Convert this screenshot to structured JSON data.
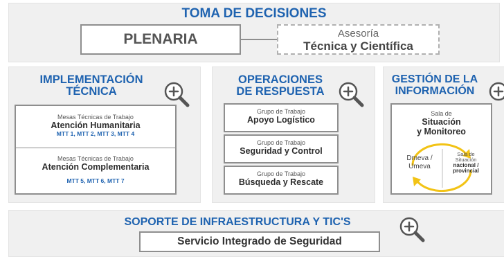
{
  "toma": {
    "title": "TOMA DE DECISIONES",
    "plenaria": "PLENARIA",
    "asesoria_line1": "Asesoría",
    "asesoria_line2": "Técnica y Científica"
  },
  "implementacion": {
    "title_line1": "IMPLEMENTACIÓN",
    "title_line2": "TÉCNICA",
    "boxes": [
      {
        "small": "Mesas Técnicas de Trabajo",
        "strong": "Atención Humanitaria",
        "mtt": "MTT 1, MTT 2, MTT 3, MTT 4"
      },
      {
        "small": "Mesas Técnicas de Trabajo",
        "strong": "Atención Complementaria",
        "mtt": "MTT 5, MTT 6, MTT 7"
      }
    ]
  },
  "operaciones": {
    "title_line1": "OPERACIONES",
    "title_line2": "DE RESPUESTA",
    "boxes": [
      {
        "small": "Grupo de Trabajo",
        "strong": "Apoyo Logístico"
      },
      {
        "small": "Grupo de Trabajo",
        "strong": "Seguridad y Control"
      },
      {
        "small": "Grupo de Trabajo",
        "strong": "Búsqueda y Rescate"
      }
    ]
  },
  "gestion": {
    "title_line1": "GESTIÓN DE LA",
    "title_line2": "INFORMACIÓN",
    "sala_small": "Sala de",
    "sala_line1": "Situación",
    "sala_line2": "y Monitoreo",
    "left_line1": "Dmeva /",
    "left_line2": "Umeva",
    "right_line1": "Sala de",
    "right_line2": "Situación",
    "right_line3": "nacional /",
    "right_line4": "provincial"
  },
  "soporte": {
    "title": "SOPORTE DE INFRAESTRUCTURA Y TIC'S",
    "box": "Servicio Integrado de Seguridad"
  },
  "colors": {
    "accent": "#1f63b0",
    "arrows": "#f2c316",
    "border": "#8e8e8e",
    "panel": "#f0f0f0"
  },
  "icons": [
    "zoom-in-icon"
  ]
}
